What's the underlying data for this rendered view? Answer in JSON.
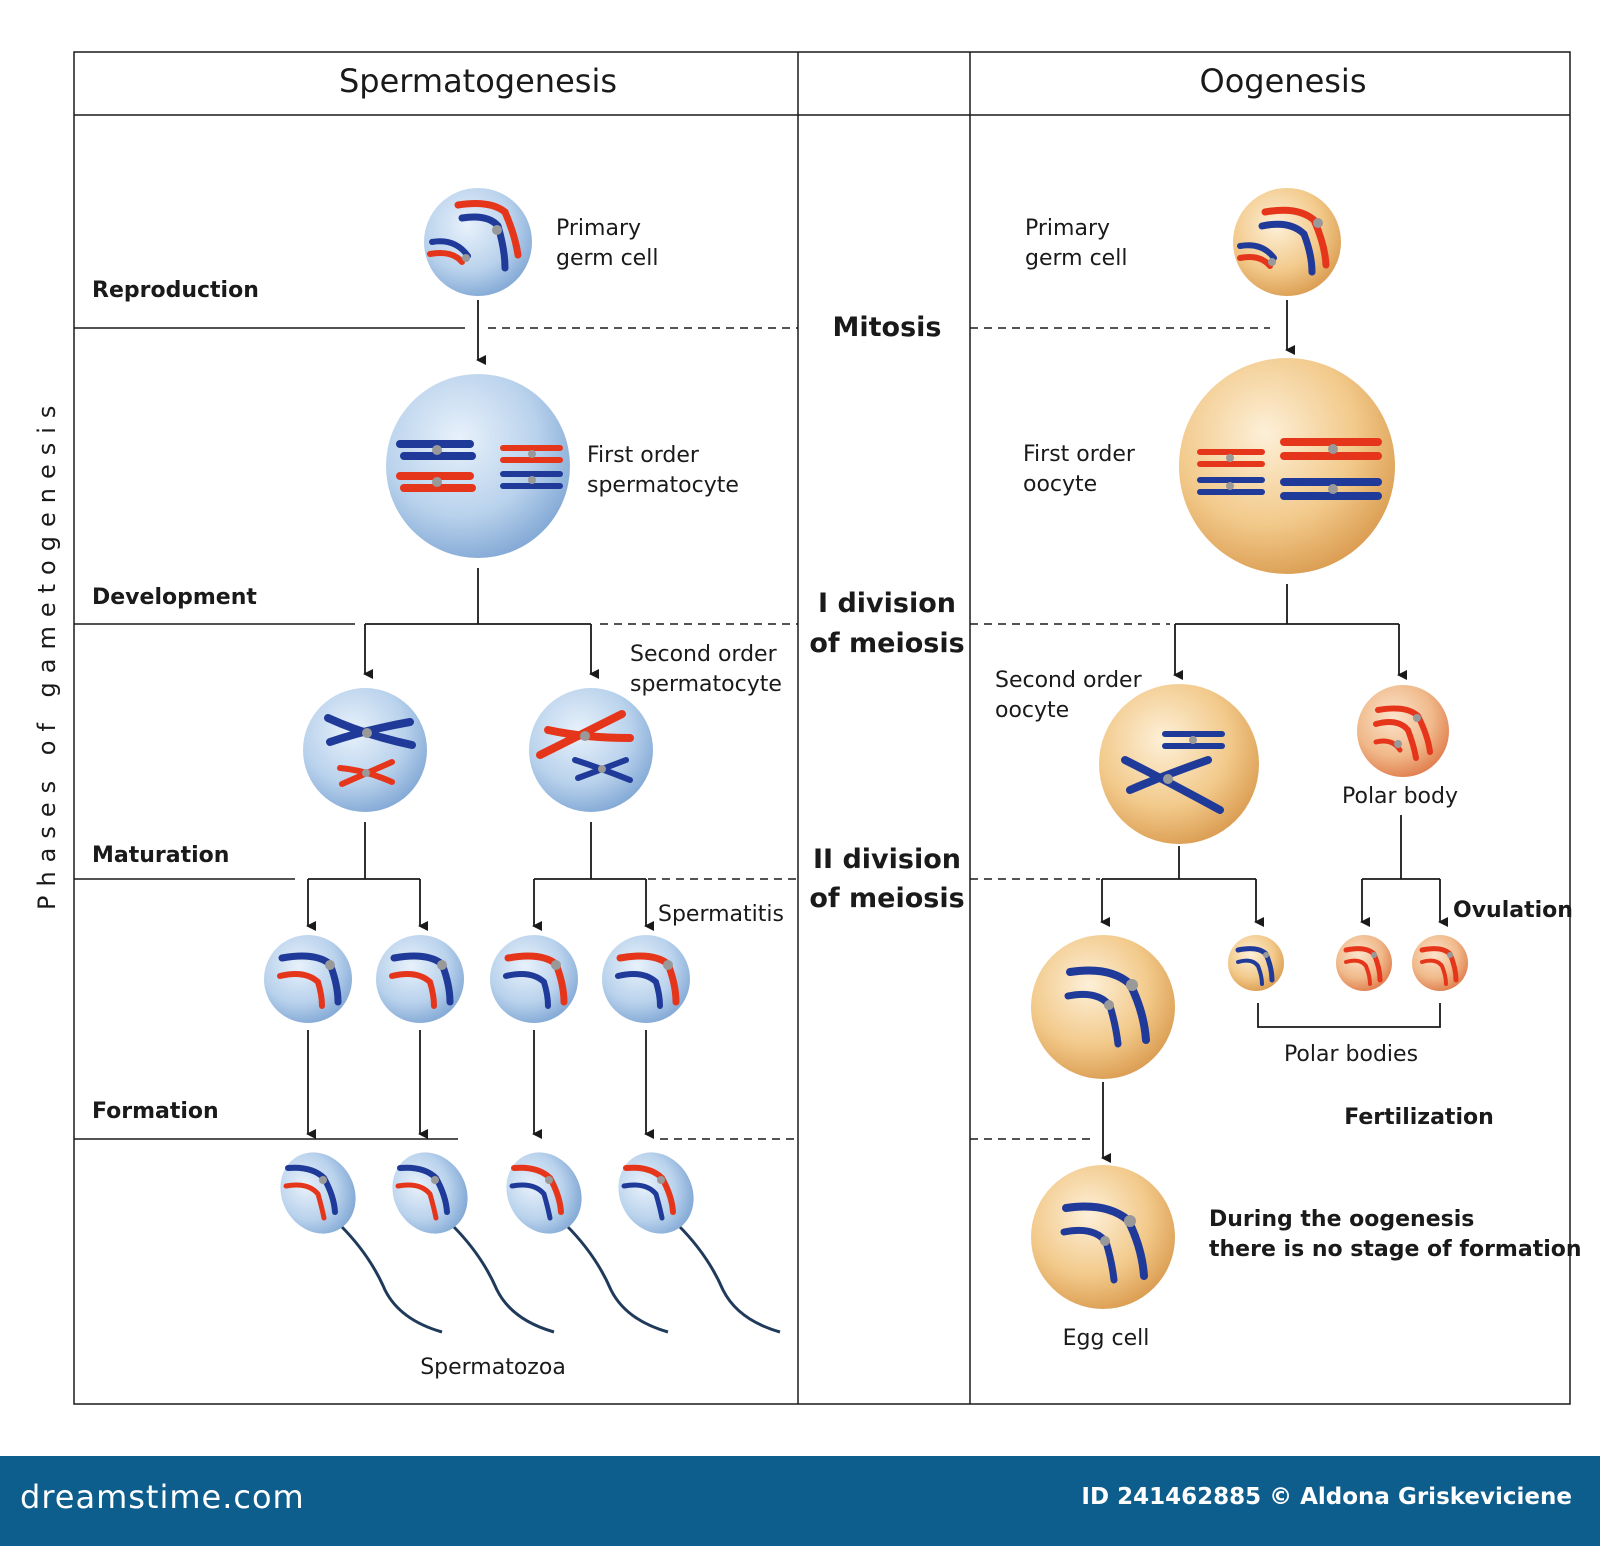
{
  "headers": {
    "left": "Spermatogenesis",
    "right": "Oogenesis"
  },
  "side_title": "Phases of gametogenesis",
  "phases": {
    "reproduction": "Reproduction",
    "development": "Development",
    "maturation": "Maturation",
    "formation": "Formation"
  },
  "center": {
    "mitosis": "Mitosis",
    "meiosis1_line1": "I division",
    "meiosis1_line2": "of meiosis",
    "meiosis2_line1": "II division",
    "meiosis2_line2": "of meiosis"
  },
  "sperm": {
    "primary_line1": "Primary",
    "primary_line2": "germ cell",
    "first_line1": "First order",
    "first_line2": "spermatocyte",
    "second_line1": "Second order",
    "second_line2": "spermatocyte",
    "spermatids": "Spermatitis",
    "spermatozoa": "Spermatozoa"
  },
  "oo": {
    "primary_line1": "Primary",
    "primary_line2": "germ cell",
    "first_line1": "First order",
    "first_line2": "oocyte",
    "second_line1": "Second order",
    "second_line2": "oocyte",
    "polar_body": "Polar body",
    "ovulation": "Ovulation",
    "polar_bodies": "Polar bodies",
    "fertilization": "Fertilization",
    "note_line1": "During the oogenesis",
    "note_line2": "there is no stage of formation",
    "egg_cell": "Egg cell"
  },
  "footer": {
    "brand": "dreamstime.com",
    "credit": "ID 241462885 © Aldona Griskeviciene"
  },
  "colors": {
    "blue_cell": "#b9d2ec",
    "orange_cell": "#f2c98a",
    "chrom_red": "#e5361c",
    "chrom_blue": "#1f3a99",
    "footer_bg": "#0d5e8c"
  }
}
